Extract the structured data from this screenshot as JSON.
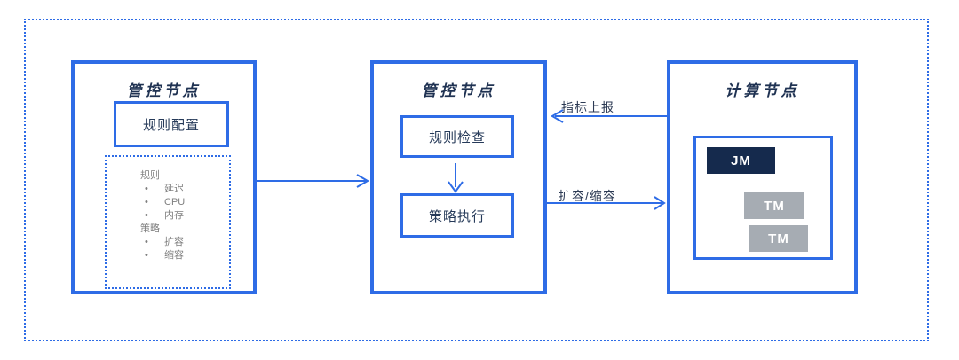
{
  "diagram": {
    "left_node": {
      "title": "管控节点",
      "rule_config_label": "规则配置",
      "bullet_char": "•",
      "note_lines": [
        {
          "text": "规则",
          "type": "heading"
        },
        {
          "text": "延迟",
          "type": "item"
        },
        {
          "text": "CPU",
          "type": "item"
        },
        {
          "text": "内存",
          "type": "item"
        },
        {
          "text": "策略",
          "type": "heading"
        },
        {
          "text": "扩容",
          "type": "item"
        },
        {
          "text": "缩容",
          "type": "item"
        }
      ]
    },
    "middle_node": {
      "title": "管控节点",
      "rule_check_label": "规则检查",
      "policy_exec_label": "策略执行"
    },
    "right_node": {
      "title": "计算节点",
      "jm_label": "JM",
      "tm_labels": [
        "TM",
        "TM"
      ]
    },
    "edges": {
      "metric_report_label": "指标上报",
      "scale_label": "扩容/缩容"
    }
  },
  "colors": {
    "accent_blue": "#2e6ce6",
    "navy_text": "#1f3252",
    "box_text": "#263a59",
    "label_text": "#2c3a54",
    "jm_bg": "#152a4d",
    "tm_bg": "#a6acb3",
    "muted_gray": "#7f7f7f"
  }
}
